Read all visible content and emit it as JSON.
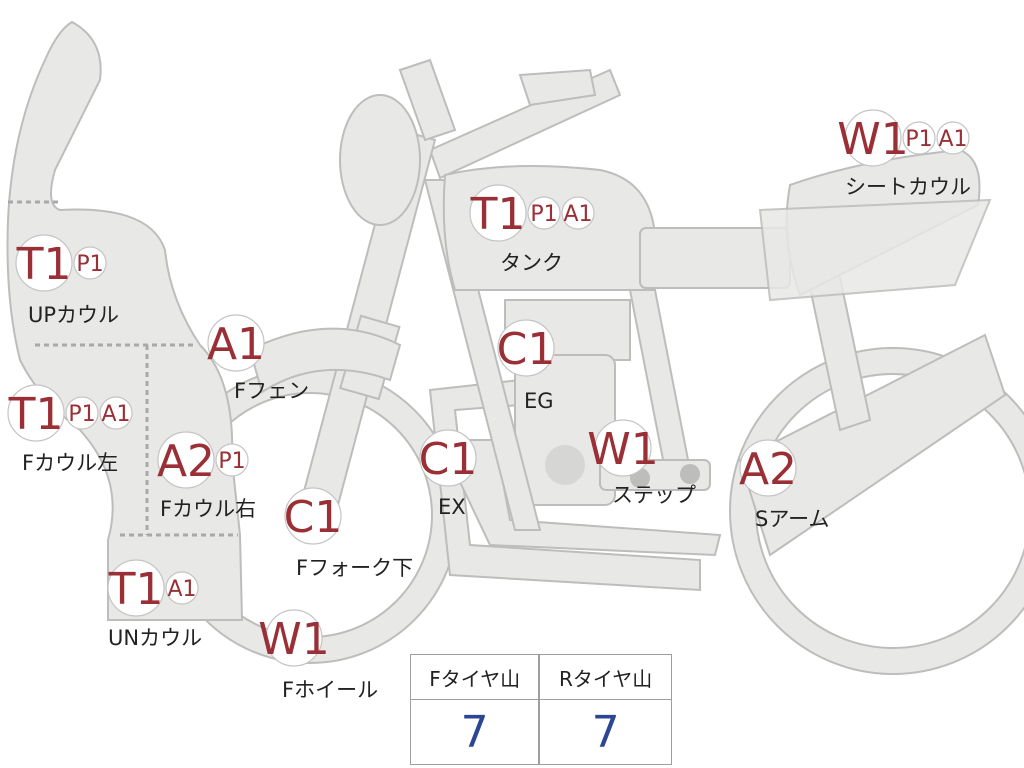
{
  "parts": [
    {
      "id": "up-cowl",
      "label": "UPカウル",
      "badges": [
        "T1",
        "P1"
      ]
    },
    {
      "id": "f-cowl-left",
      "label": "Fカウル左",
      "badges": [
        "T1",
        "P1",
        "A1"
      ]
    },
    {
      "id": "f-cowl-right",
      "label": "Fカウル右",
      "badges": [
        "A2",
        "P1"
      ]
    },
    {
      "id": "un-cowl",
      "label": "UNカウル",
      "badges": [
        "T1",
        "A1"
      ]
    },
    {
      "id": "f-fender",
      "label": "Fフェン",
      "badges": [
        "A1"
      ]
    },
    {
      "id": "f-fork-lower",
      "label": "Fフォーク下",
      "badges": [
        "C1"
      ]
    },
    {
      "id": "f-wheel",
      "label": "Fホイール",
      "badges": [
        "W1"
      ]
    },
    {
      "id": "ex",
      "label": "EX",
      "badges": [
        "C1"
      ]
    },
    {
      "id": "eg",
      "label": "EG",
      "badges": [
        "C1"
      ]
    },
    {
      "id": "tank",
      "label": "タンク",
      "badges": [
        "T1",
        "P1",
        "A1"
      ]
    },
    {
      "id": "step",
      "label": "ステップ",
      "badges": [
        "W1"
      ]
    },
    {
      "id": "s-arm",
      "label": "Sアーム",
      "badges": [
        "A2"
      ]
    },
    {
      "id": "seat-cowl",
      "label": "シートカウル",
      "badges": [
        "W1",
        "P1",
        "A1"
      ]
    }
  ],
  "tire_table": {
    "headers": [
      "Fタイヤ山",
      "Rタイヤ山"
    ],
    "values": [
      "7",
      "7"
    ]
  },
  "colors": {
    "badge_text": "#9a2f35",
    "body_fill": "#e8e8e6",
    "tire_value": "#2d4694"
  }
}
